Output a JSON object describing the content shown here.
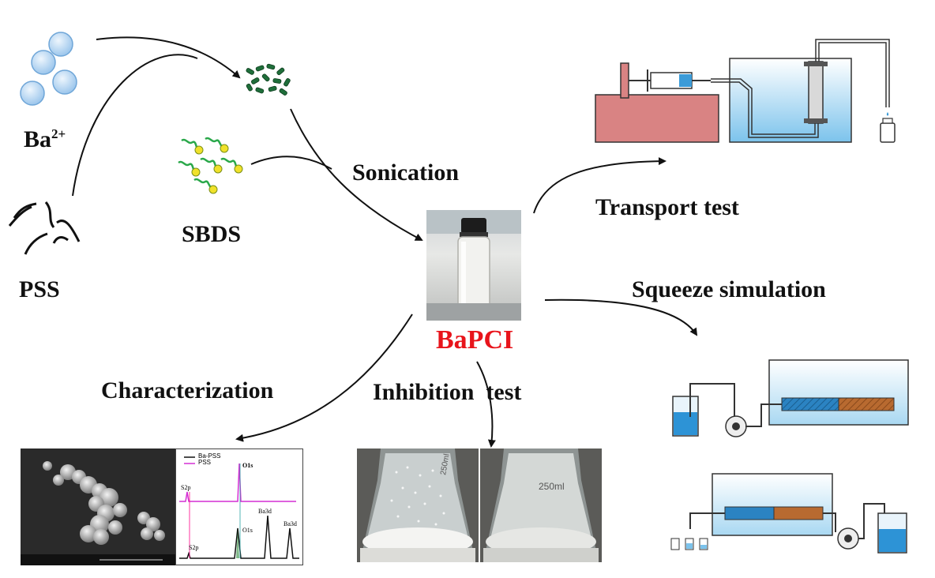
{
  "labels": {
    "ba": "Ba",
    "ba_sup": "2+",
    "pss": "PSS",
    "sbds": "SBDS",
    "sonication": "Sonication",
    "product": "BaPCI",
    "transport": "Transport test",
    "squeeze": "Squeeze simulation",
    "characterization": "Characterization",
    "inhibition": "Inhibition",
    "inhibition_test": "test"
  },
  "xps_legend": {
    "series_a": "Ba-PSS",
    "series_b": "PSS"
  },
  "xps_peaks": {
    "s2p_top": "S2p",
    "o1s_top": "O1s",
    "s2p_bottom": "S2p",
    "o1s_bottom": "O1s",
    "ba3d_a": "Ba3d",
    "ba3d_b": "Ba3d"
  },
  "flask_text": {
    "left": "250ml",
    "right": "250ml"
  },
  "colors": {
    "product_label": "#e8141b",
    "ion_fill": "#bcd8f2",
    "ion_stroke": "#6fa6d8",
    "surfactant_head": "#f0e12a",
    "surfactant_tail": "#2aa84a",
    "particle": "#1f6e3a",
    "water": "#2d93d6",
    "sand_blue": "#2b83c2",
    "sand_brown": "#b86a30",
    "plunger_block": "#d98383",
    "tank_gradient_top": "#ffffff",
    "tank_gradient_bottom": "#a9d8f2"
  }
}
